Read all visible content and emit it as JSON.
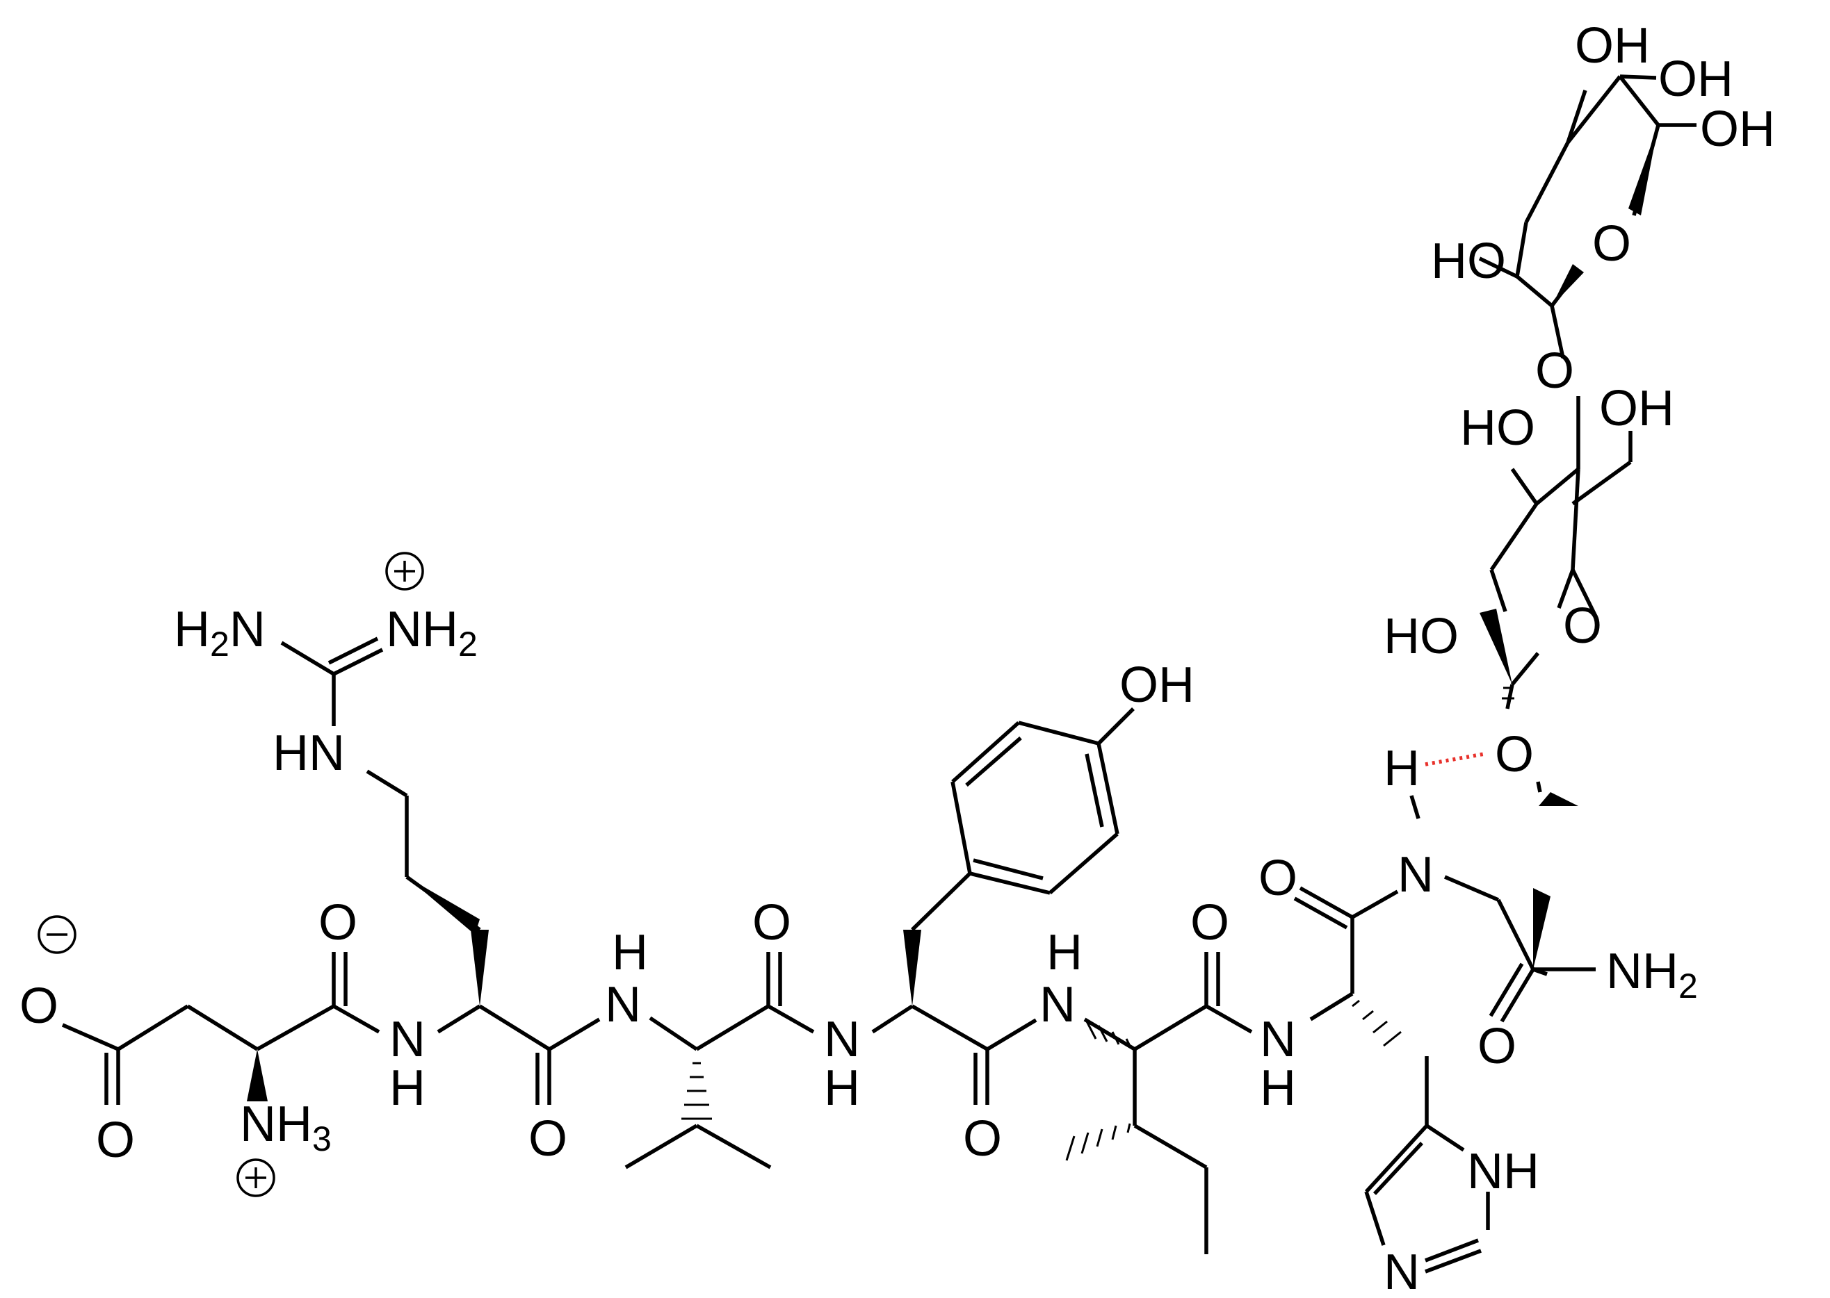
{
  "labels": {
    "o_minus": "O",
    "o_carboxyl": "O",
    "nh3": "NH",
    "nh3_sub": "3",
    "o_asp": "O",
    "nh_asp_arg_n": "N",
    "nh_asp_arg_h": "H",
    "o_arg": "O",
    "hn_guan": "HN",
    "h2n_guan_h": "H",
    "h2n_guan_sub": "2",
    "h2n_guan_n": "N",
    "nh2_guan": "NH",
    "nh2_guan_sub": "2",
    "nh_arg_val_h": "H",
    "nh_arg_val_n": "N",
    "o_val": "O",
    "nh_val_tyr_n": "N",
    "nh_val_tyr_h": "H",
    "o_tyr": "O",
    "oh_tyr": "OH",
    "nh_tyr_ile_h": "H",
    "nh_tyr_ile_n": "N",
    "o_ile": "O",
    "nh_ile_his_n": "N",
    "nh_ile_his_h": "H",
    "o_his": "O",
    "n_im": "N",
    "nh_im": "NH",
    "n_ser": "N",
    "h_ser": "H",
    "o_ser_glyc": "O",
    "o_amide": "O",
    "nh2_amide": "NH",
    "nh2_amide_sub": "2",
    "ho_sugar1_c2": "HO",
    "ho_sugar1_c3": "HO",
    "o_sugar1_ring": "O",
    "oh_sugar1_c6": "OH",
    "o_glyc_link": "O",
    "ho_sugar2_c2": "HO",
    "o_sugar2_ring": "O",
    "oh_sugar2_c3": "OH",
    "oh_sugar2_c4": "OH",
    "oh_sugar2_c6": "OH"
  },
  "colors": {
    "bond": "#000000",
    "hydrogen_bond": "#e8312b",
    "background": "#ffffff"
  }
}
